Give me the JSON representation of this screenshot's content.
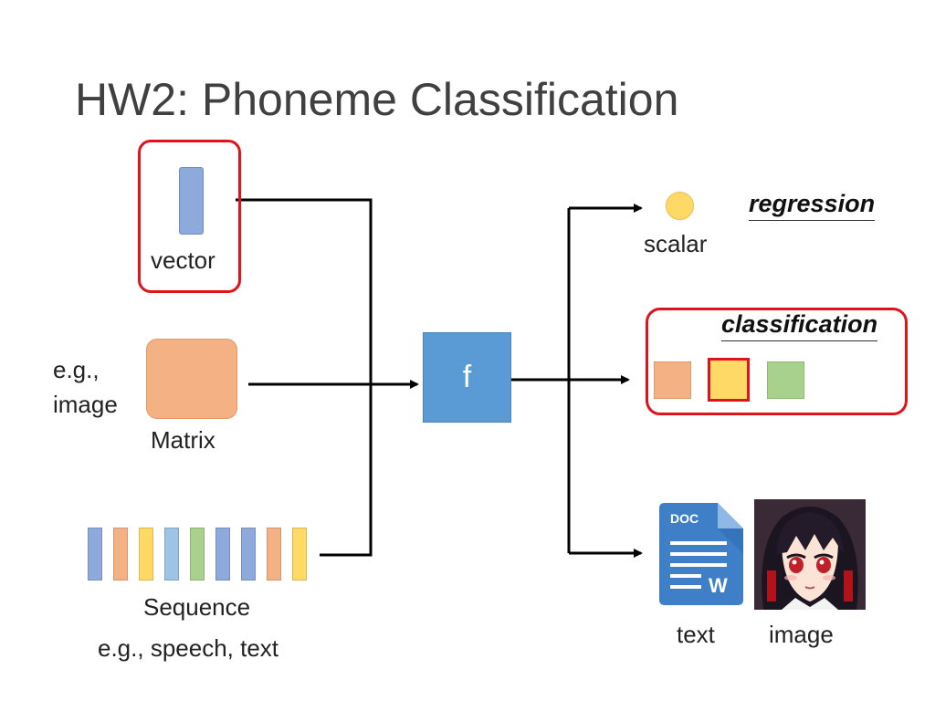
{
  "title": "HW2: Phoneme Classification",
  "inputs": {
    "vector_label": "vector",
    "matrix_example": "e.g.,\nimage",
    "matrix_label": "Matrix",
    "sequence_label": "Sequence",
    "sequence_example": "e.g., speech, text"
  },
  "function_label": "f",
  "outputs": {
    "regression_heading": "regression",
    "scalar_label": "scalar",
    "classification_heading": "classification",
    "text_label": "text",
    "image_label": "image",
    "doc_icon_text": "DOC",
    "doc_icon_letter": "W"
  },
  "colors": {
    "highlight_red": "#e0121a",
    "vector_blue": "#8ea9db",
    "matrix_orange": "#f4b183",
    "scalar_yellow": "#ffd966",
    "class_green": "#a9d18e",
    "f_blue": "#5b9bd5",
    "sequence_bars": [
      "#8ea9db",
      "#f4b183",
      "#ffd966",
      "#9dc3e6",
      "#a9d18e",
      "#8ea9db",
      "#8ea9db",
      "#f4b183",
      "#ffd966"
    ]
  }
}
